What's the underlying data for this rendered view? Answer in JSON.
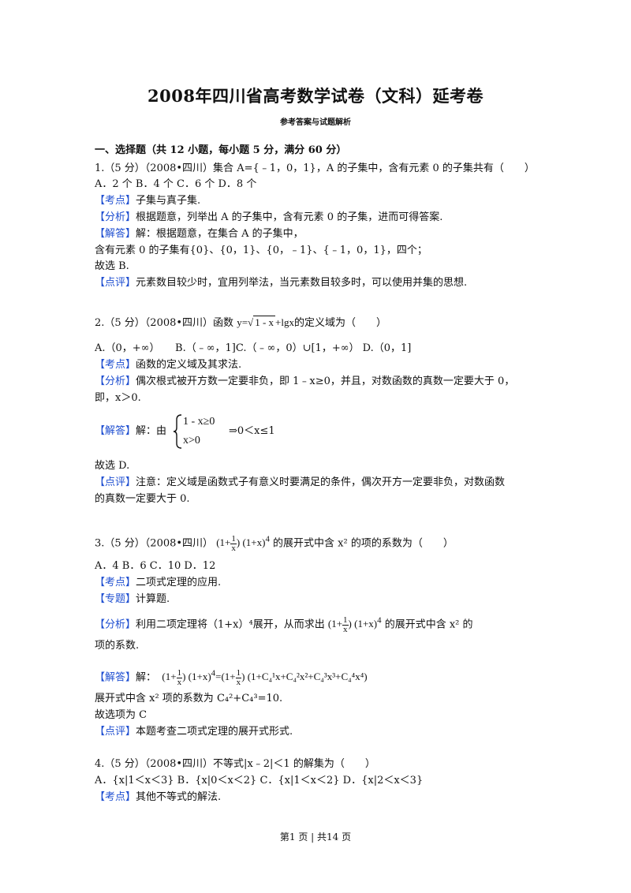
{
  "header": {
    "title": "2008年四川省高考数学试卷（文科）延考卷",
    "subtitle": "参考答案与试题解析"
  },
  "section1": {
    "heading": "一、选择题（共 12 小题，每小题 5 分，满分 60 分）"
  },
  "tags": {
    "kaodian": "【考点】",
    "fenxi": "【分析】",
    "jieda": "【解答】",
    "dianping": "【点评】",
    "zhuanti": "【专题】"
  },
  "q1": {
    "stem": "1.（5 分）（2008•四川）集合 A={﹣1，0，1}，A 的子集中，含有元素 0 的子集共有（　　）",
    "options": "A．2 个  B．4 个  C．6 个  D．8 个",
    "kaodian": "子集与真子集.",
    "fenxi": "根据题意，列举出 A 的子集中，含有元素 0 的子集，进而可得答案.",
    "jieda1": "解：根据题意，在集合 A 的子集中，",
    "jieda2": "含有元素 0 的子集有{0}、{0，1}、{0，﹣1}、{﹣1，0，1}，四个；",
    "jieda3": "故选 B.",
    "dianping": "元素数目较少时，宜用列举法，当元素数目较多时，可以使用并集的思想."
  },
  "q2": {
    "stem_pre": "2.（5 分）（2008•四川）函数 ",
    "formula_y": "y=",
    "formula_rad": "1 - x",
    "formula_log": "+lgx",
    "stem_post": "的定义域为（　　）",
    "options": "A.（0，+∞）　　B.（﹣∞，1]C.（﹣∞，0）∪[1，+∞）  D.（0，1]",
    "kaodian": "函数的定义域及其求法.",
    "fenxi1": "偶次根式被开方数一定要非负，即 1﹣x≥0，并且，对数函数的真数一定要大于 0，",
    "fenxi2": "即，x＞0.",
    "jieda_pre": "解：由",
    "sys_line1": "1 - x≥0",
    "sys_line2": "x>0",
    "jieda_post": "⇒0＜x≤1",
    "jieda3": "故选 D.",
    "dianping1": "注意：定义域是函数式子有意义时要满足的条件，偶次开方一定要非负，对数函数",
    "dianping2": "的真数一定要大于 0."
  },
  "q3": {
    "stem_pre": "3.（5 分）（2008•四川）",
    "f_open": "(1+",
    "f_num": "1",
    "f_den": "x",
    "f_mid": ")  (1+x)",
    "f_exp": "4",
    "stem_post": "的展开式中含 x² 的项的系数为（　　）",
    "options": "A．4    B．6    C．10    D．12",
    "kaodian": "二项式定理的应用.",
    "zhuanti": "计算题.",
    "fenxi_pre": "利用二项定理将（1+x）⁴展开，从而求出",
    "fenxi_post": "的展开式中含 x² 的",
    "fenxi2": "项的系数.",
    "jieda_pre": "解：",
    "jieda_eq": "=",
    "jieda_exp": "(1+C₄¹x+C₄²x²+C₄³x³+C₄⁴x⁴)",
    "line_coef": "展开式中含 x² 项的系数为 C₄²+C₄³=10.",
    "line_choice": "故选项为 C",
    "dianping": "本题考查二项式定理的展开式形式."
  },
  "q4": {
    "stem": "4.（5 分）（2008•四川）不等式|x﹣2|＜1 的解集为（　　）",
    "options": "A．{x|1＜x＜3}   B．{x|0＜x＜2}    C．{x|1＜x＜2}    D．{x|2＜x＜3}",
    "kaodian": "其他不等式的解法."
  },
  "footer": {
    "text": "第1 页  |  共14 页"
  }
}
